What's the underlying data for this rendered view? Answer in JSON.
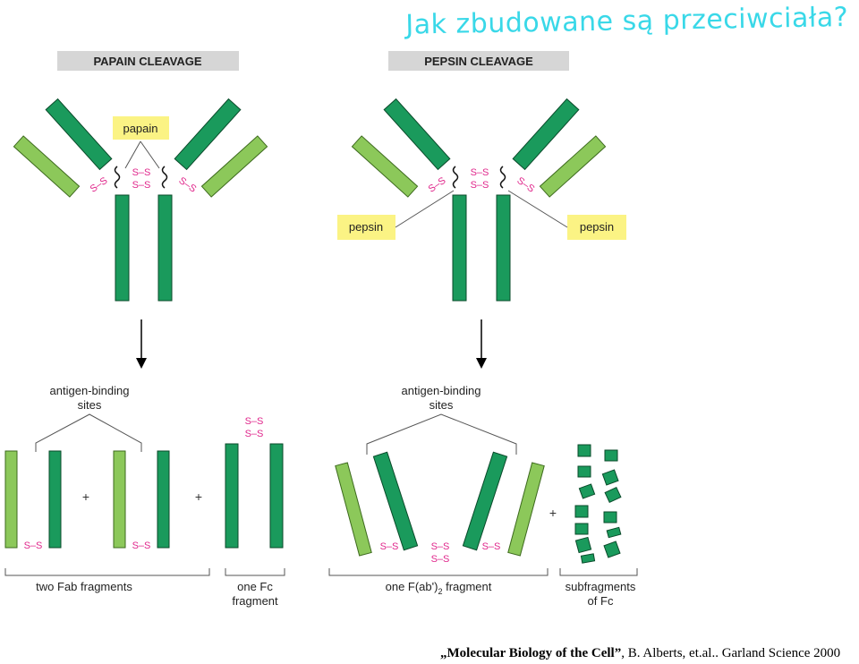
{
  "title": "Jak zbudowane są przeciwciała?",
  "colors": {
    "heavy_chain": "#1a9a5c",
    "light_chain": "#8cc85a",
    "disulfide": "#e0288c",
    "enzyme_label_bg": "#fbf384",
    "header_bg": "#d6d6d6",
    "title": "#39d8e8"
  },
  "panels": {
    "papain": {
      "header": "PAPAIN CLEAVAGE",
      "enzyme": "papain",
      "binding_sites_label_1": "antigen-binding",
      "binding_sites_label_2": "sites",
      "fab_caption": "two Fab fragments",
      "fc_caption_1": "one Fc",
      "fc_caption_2": "fragment"
    },
    "pepsin": {
      "header": "PEPSIN CLEAVAGE",
      "enzyme_left": "pepsin",
      "enzyme_right": "pepsin",
      "binding_sites_label_1": "antigen-binding",
      "binding_sites_label_2": "sites",
      "fab2_caption": "one F(ab')",
      "fab2_subscript": "2",
      "fab2_caption_tail": " fragment",
      "sub_caption_1": "subfragments",
      "sub_caption_2": "of Fc"
    }
  },
  "disulfide_label": "S–S",
  "plus": "+",
  "citation": {
    "title": "„Molecular Biology of the Cell”",
    "rest": ", B. Alberts, et.al.. Garland Science 2000"
  }
}
